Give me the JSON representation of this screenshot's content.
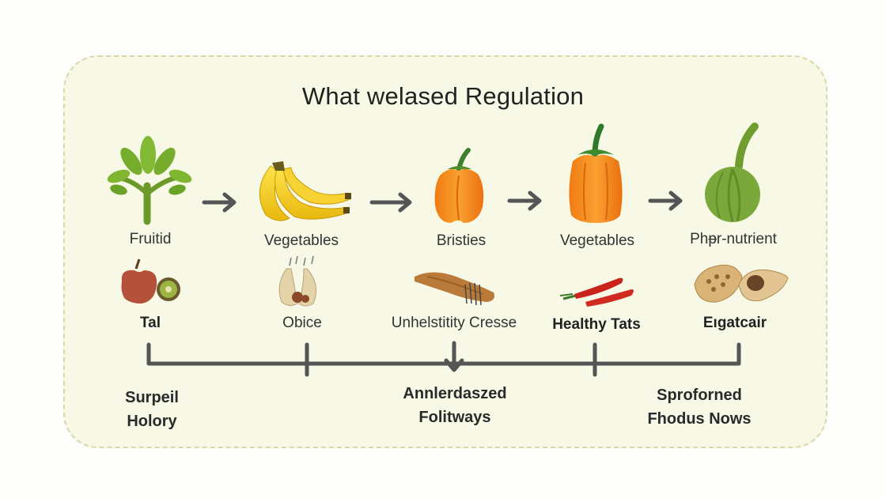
{
  "title": "What welased Regulation",
  "top_row": [
    {
      "label": "Fruitid",
      "icon": "leaf-plant-icon"
    },
    {
      "label": "Vegetables",
      "icon": "banana-icon"
    },
    {
      "label": "Bristies",
      "icon": "bell-pepper-icon"
    },
    {
      "label": "Vegetables",
      "icon": "orange-pepper-icon"
    },
    {
      "label": "Phᵽr-nutrient",
      "icon": "green-vegetable-icon"
    }
  ],
  "bottom_row": [
    {
      "label": "Tal",
      "icon": "apple-kiwi-icon"
    },
    {
      "label": "Obice",
      "icon": "garlic-icon"
    },
    {
      "label": "Unhelstitity Cresse",
      "icon": "bread-stick-icon"
    },
    {
      "label": "Healthy Tats",
      "icon": "chili-pepper-icon"
    },
    {
      "label": "Eıgatcair",
      "icon": "seeds-icon"
    }
  ],
  "footer": {
    "left": [
      "Surpeil",
      "Holory"
    ],
    "center": [
      "Annlerdaszed",
      "Folitways"
    ],
    "right": [
      "Sproforned",
      "Fhodus Nows"
    ]
  },
  "colors": {
    "card_background": "#f8f8e6",
    "card_border": "#d8d8a8",
    "arrow": "#555555",
    "connector": "#555555"
  }
}
